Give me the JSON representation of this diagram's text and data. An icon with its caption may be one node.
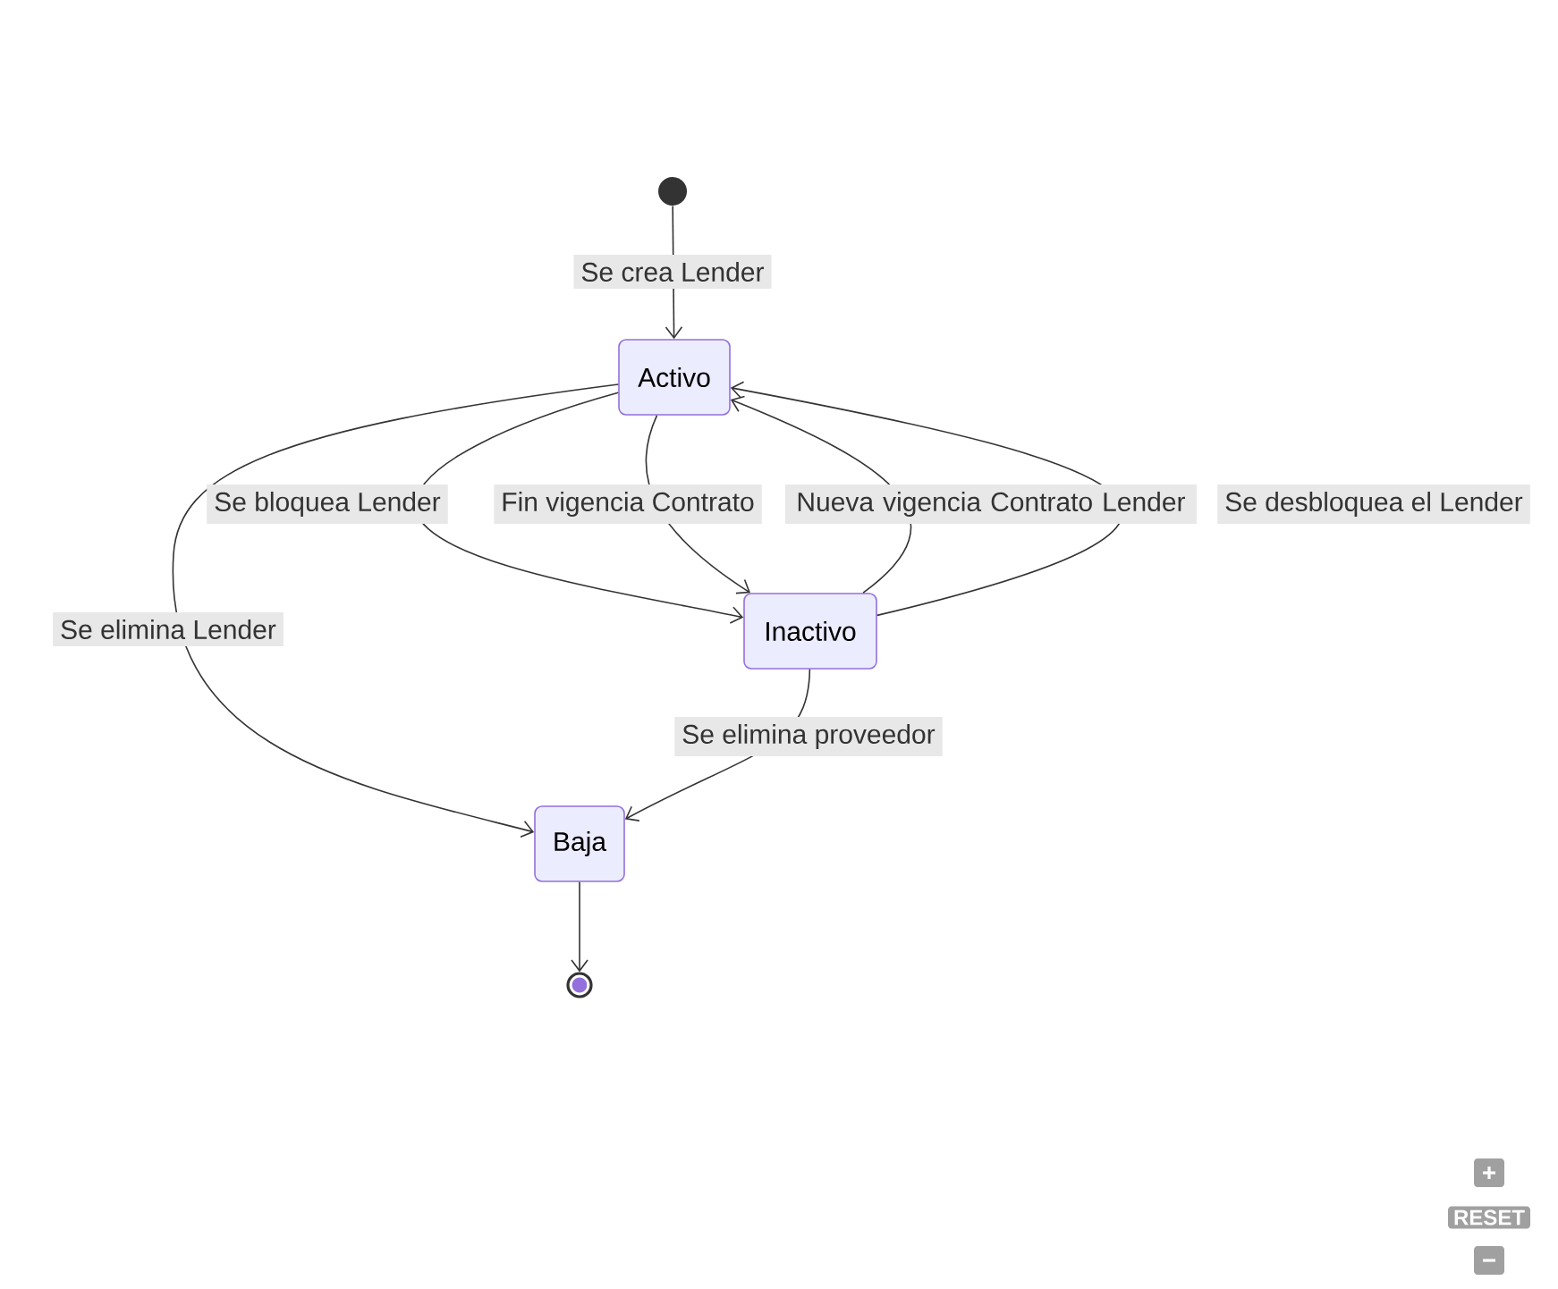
{
  "diagram": {
    "nodes": [
      {
        "text": [],
        "shape": "circle"
      },
      {
        "text": [
          "Activo"
        ]
      },
      {
        "text": [
          "Inactivo"
        ]
      },
      {
        "text": [
          "Baja"
        ]
      },
      {
        "text": [],
        "shape": "circle"
      }
    ],
    "edges": [
      {
        "from": 0,
        "to": 1,
        "arrow": "to",
        "label": "Se crea Lender"
      },
      {
        "from": 1,
        "to": 2,
        "arrow": "to",
        "label": "Se bloquea Lender"
      },
      {
        "from": 1,
        "to": 2,
        "arrow": "to",
        "label": "Fin vigencia Contrato"
      },
      {
        "from": 2,
        "to": 1,
        "arrow": "to",
        "label": "Nueva vigencia Contrato Lender"
      },
      {
        "from": 2,
        "to": 1,
        "arrow": "to",
        "label": "Se desbloquea el Lender"
      },
      {
        "from": 1,
        "to": 3,
        "arrow": "to",
        "label": "Se elimina Lender"
      },
      {
        "from": 2,
        "to": 3,
        "arrow": "to",
        "label": "Se elimina proveedor"
      },
      {
        "from": 3,
        "to": 4,
        "arrow": "to"
      }
    ],
    "labels": [
      "RESET"
    ]
  }
}
